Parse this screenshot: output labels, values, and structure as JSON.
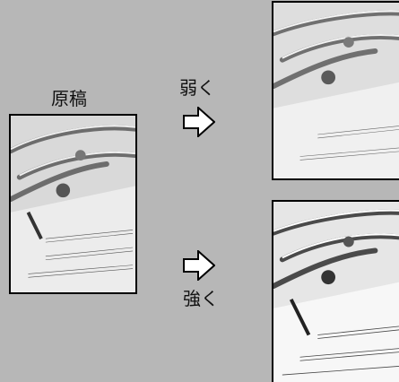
{
  "labels": {
    "original": "原稿",
    "weak": "弱く",
    "strong": "強く"
  },
  "icons": {
    "arrow": "right-arrow-icon",
    "photo": "trumpet-sheet-music-photo"
  },
  "colors": {
    "background": "#b7b7b7",
    "border": "#000000"
  }
}
